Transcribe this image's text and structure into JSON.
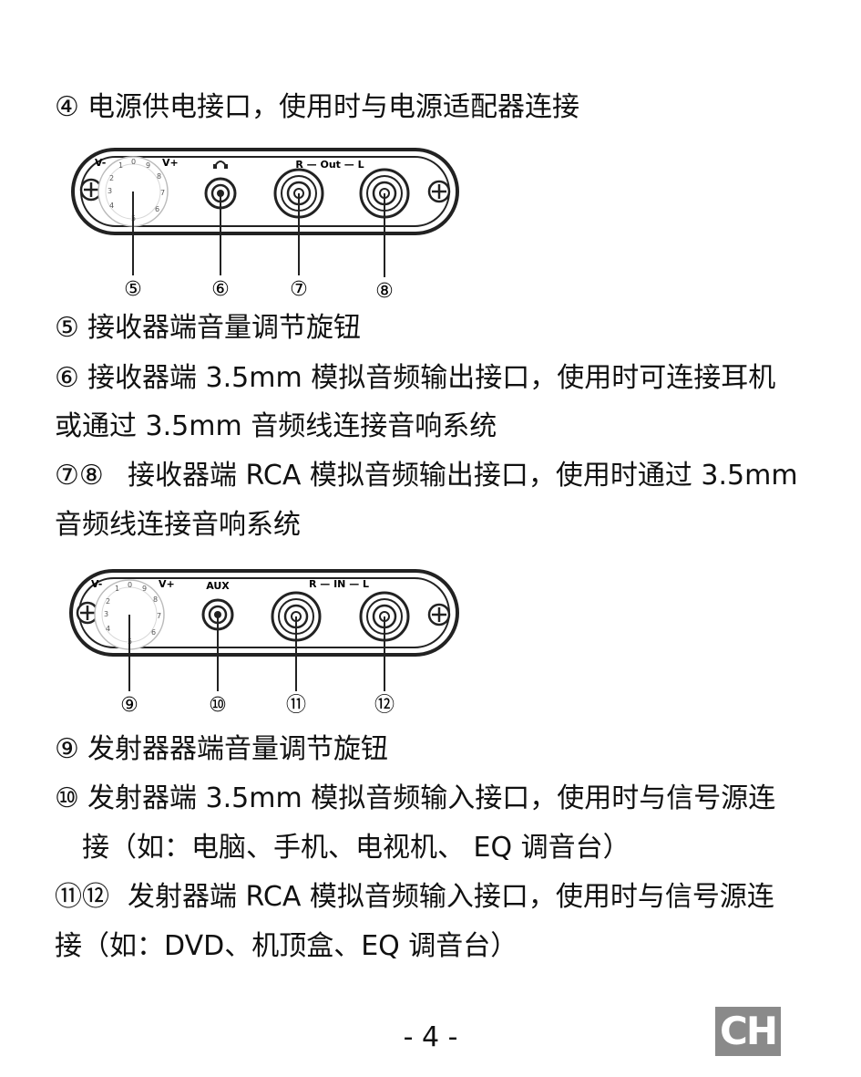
{
  "items": {
    "i4": {
      "num": "④",
      "text": "电源供电接口，使用时与电源适配器连接"
    },
    "i5": {
      "num": "⑤",
      "text": "接收器端音量调节旋钮"
    },
    "i6": {
      "num": "⑥",
      "text": "接收器端 3.5mm 模拟音频输出接口，使用时可连接耳机",
      "text2": "或通过 3.5mm 音频线连接音响系统"
    },
    "i78": {
      "num": "⑦⑧",
      "text": "接收器端 RCA 模拟音频输出接口，使用时通过 3.5mm",
      "text2": "音频线连接音响系统"
    },
    "i9": {
      "num": "⑨",
      "text": "发射器器端音量调节旋钮"
    },
    "i10": {
      "num": "⑩",
      "text": "发射器端 3.5mm 模拟音频输入接口，使用时与信号源连",
      "text2": "接（如：电脑、手机、电视机、 EQ 调音台）"
    },
    "i1112": {
      "num": "⑪⑫",
      "text": "发射器端 RCA 模拟音频输入接口，使用时与信号源连",
      "text2": "接（如：DVD、机顶盒、EQ 调音台）"
    }
  },
  "receiver_panel": {
    "v_minus": "V-",
    "v_plus": "V+",
    "out_label": "R — Out — L",
    "headphone_icon": "headphone-icon",
    "callouts": [
      "⑤",
      "⑥",
      "⑦",
      "⑧"
    ]
  },
  "transmitter_panel": {
    "v_minus": "V-",
    "v_plus": "V+",
    "aux_label": "AUX",
    "in_label": "R — IN — L",
    "callouts": [
      "⑨",
      "⑩",
      "⑪",
      "⑫"
    ]
  },
  "dial_ticks": [
    "1",
    "0",
    "9",
    "8",
    "7",
    "6",
    "5",
    "4",
    "3",
    "2"
  ],
  "footer": {
    "page_number": "- 4 -",
    "language_badge": "CH"
  }
}
